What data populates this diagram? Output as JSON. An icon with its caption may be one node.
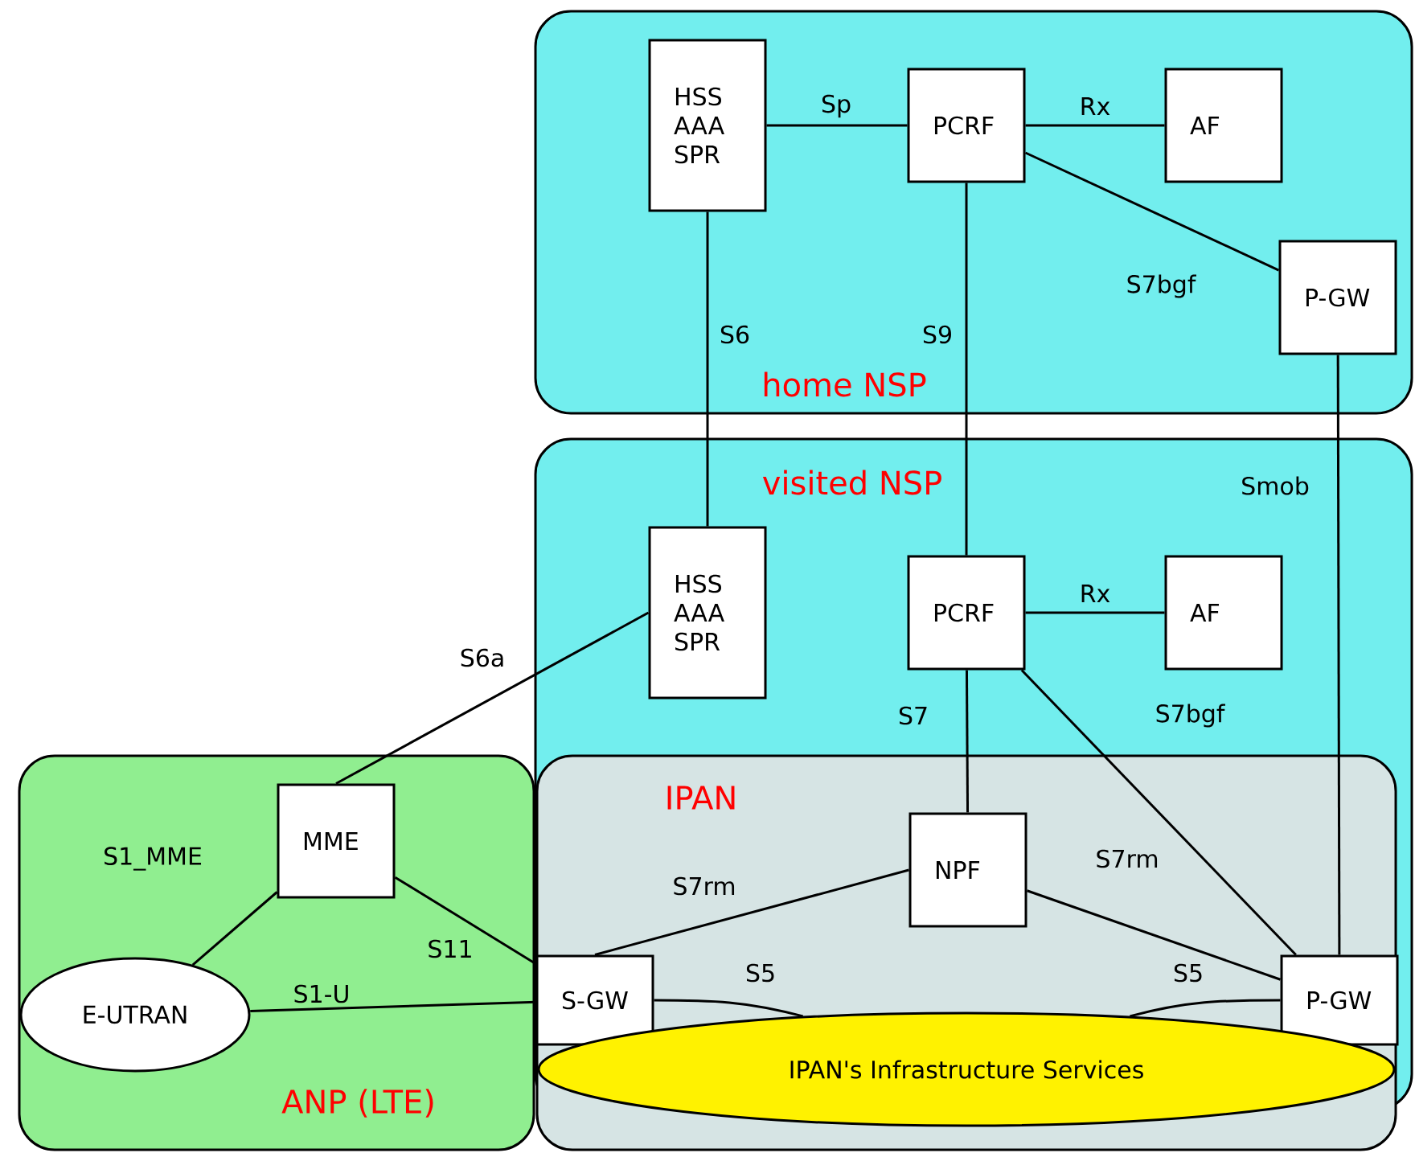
{
  "diagram": {
    "nodes": [
      {
        "text": [
          "home NSP"
        ]
      },
      {
        "text": [
          "HSS AAA SPR"
        ],
        "in": 0
      },
      {
        "text": [
          "PCRF"
        ],
        "in": 0
      },
      {
        "text": [
          "AF"
        ],
        "in": 0
      },
      {
        "text": [
          "P-GW"
        ],
        "in": 0
      },
      {
        "text": [
          "visited NSP"
        ]
      },
      {
        "text": [
          "HSS AAA SPR"
        ],
        "in": 5
      },
      {
        "text": [
          "PCRF"
        ],
        "in": 5
      },
      {
        "text": [
          "AF"
        ],
        "in": 5
      },
      {
        "text": [
          "IPAN"
        ]
      },
      {
        "text": [
          "NPF"
        ],
        "in": 9
      },
      {
        "text": [
          "S-GW"
        ],
        "in": 9
      },
      {
        "text": [
          "P-GW"
        ],
        "in": 9
      },
      {
        "text": [
          "IPAN's Infrastructure Services"
        ],
        "in": 9
      },
      {
        "text": [
          "ANP (LTE)"
        ]
      },
      {
        "text": [
          "MME"
        ],
        "in": 14
      },
      {
        "text": [
          "E-UTRAN"
        ],
        "in": 14
      }
    ],
    "edges": [
      {
        "from": 1,
        "to": 2,
        "arrow": "none",
        "label": "Sp"
      },
      {
        "from": 2,
        "to": 3,
        "arrow": "none",
        "label": "Rx"
      },
      {
        "from": 2,
        "to": 4,
        "arrow": "none",
        "label": "S7bgf"
      },
      {
        "from": 1,
        "to": 6,
        "arrow": "none",
        "label": "S6"
      },
      {
        "from": 2,
        "to": 7,
        "arrow": "none",
        "label": "S9"
      },
      {
        "from": 4,
        "to": 12,
        "arrow": "none",
        "label": "Smob"
      },
      {
        "from": 6,
        "to": 15,
        "arrow": "none",
        "label": "S6a"
      },
      {
        "from": 7,
        "to": 8,
        "arrow": "none",
        "label": "Rx"
      },
      {
        "from": 7,
        "to": 10,
        "arrow": "none",
        "label": "S7"
      },
      {
        "from": 7,
        "to": 12,
        "arrow": "none",
        "label": "S7bgf"
      },
      {
        "from": 10,
        "to": 11,
        "arrow": "none",
        "label": "S7rm"
      },
      {
        "from": 10,
        "to": 12,
        "arrow": "none",
        "label": "S7rm"
      },
      {
        "from": 15,
        "to": 16,
        "arrow": "none",
        "label": "S1_MME"
      },
      {
        "from": 15,
        "to": 11,
        "arrow": "none",
        "label": "S11"
      },
      {
        "from": 16,
        "to": 11,
        "arrow": "none",
        "label": "S1-U"
      },
      {
        "from": 11,
        "to": 13,
        "arrow": "none",
        "label": "S5"
      },
      {
        "from": 12,
        "to": 13,
        "arrow": "none",
        "label": "S5"
      }
    ]
  }
}
